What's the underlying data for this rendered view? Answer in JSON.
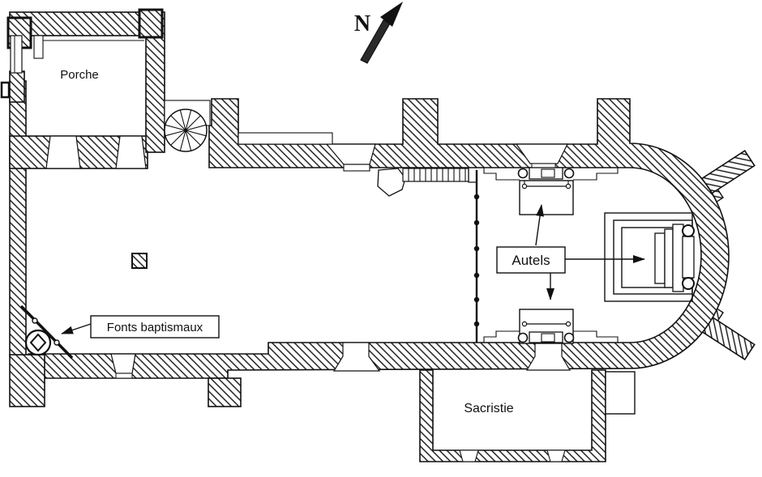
{
  "labels": {
    "porch": "Porche",
    "baptismal_font": "Fonts baptismaux",
    "altars": "Autels",
    "sacristy": "Sacristie",
    "compass_north": "N"
  },
  "colors": {
    "ink": "#111111",
    "paper": "#ffffff",
    "north_arrow_shaft": "#2a2a2a"
  }
}
